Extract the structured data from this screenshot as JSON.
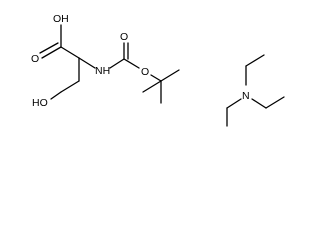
{
  "molecules": [
    {
      "labels": {
        "acid_oh": "OH",
        "acid_o": "O",
        "amide_nh": "NH",
        "carbamate_o_top": "O",
        "carbamate_o_ester": "O",
        "hydroxyl": "HO"
      }
    },
    {
      "labels": {
        "amine_n": "N"
      }
    }
  ]
}
